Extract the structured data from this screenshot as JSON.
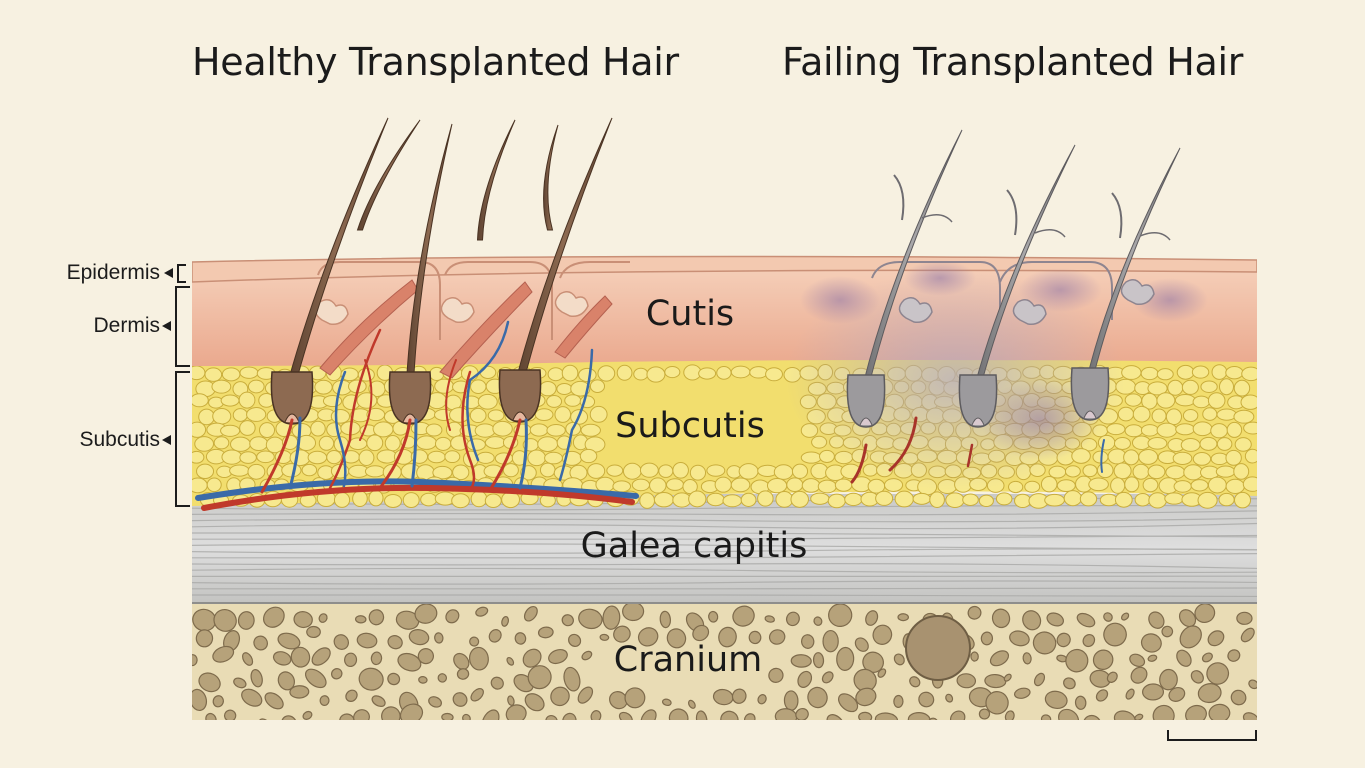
{
  "titles": {
    "left": "Healthy Transplanted Hair",
    "right": "Failing Transplanted Hair"
  },
  "side_labels": {
    "epidermis": "Epidermis",
    "dermis": "Dermis",
    "subcutis": "Subcutis"
  },
  "layer_labels": {
    "cutis": "Cutis",
    "subcutis": "Subcutis",
    "galea": "Galea capitis",
    "cranium": "Cranium"
  },
  "colors": {
    "background": "#f7f1e1",
    "epidermis": "#f3c9b0",
    "dermis": "#efb69c",
    "fat": "#f2de6e",
    "galea": "#d2d2d0",
    "bone": "#e9dcb5",
    "healthy_hair": "#7a5a42",
    "failing_hair": "#8d8a8c",
    "artery": "#c0392b",
    "vein": "#3a6aa8",
    "inflammation": "#8c72a6"
  }
}
